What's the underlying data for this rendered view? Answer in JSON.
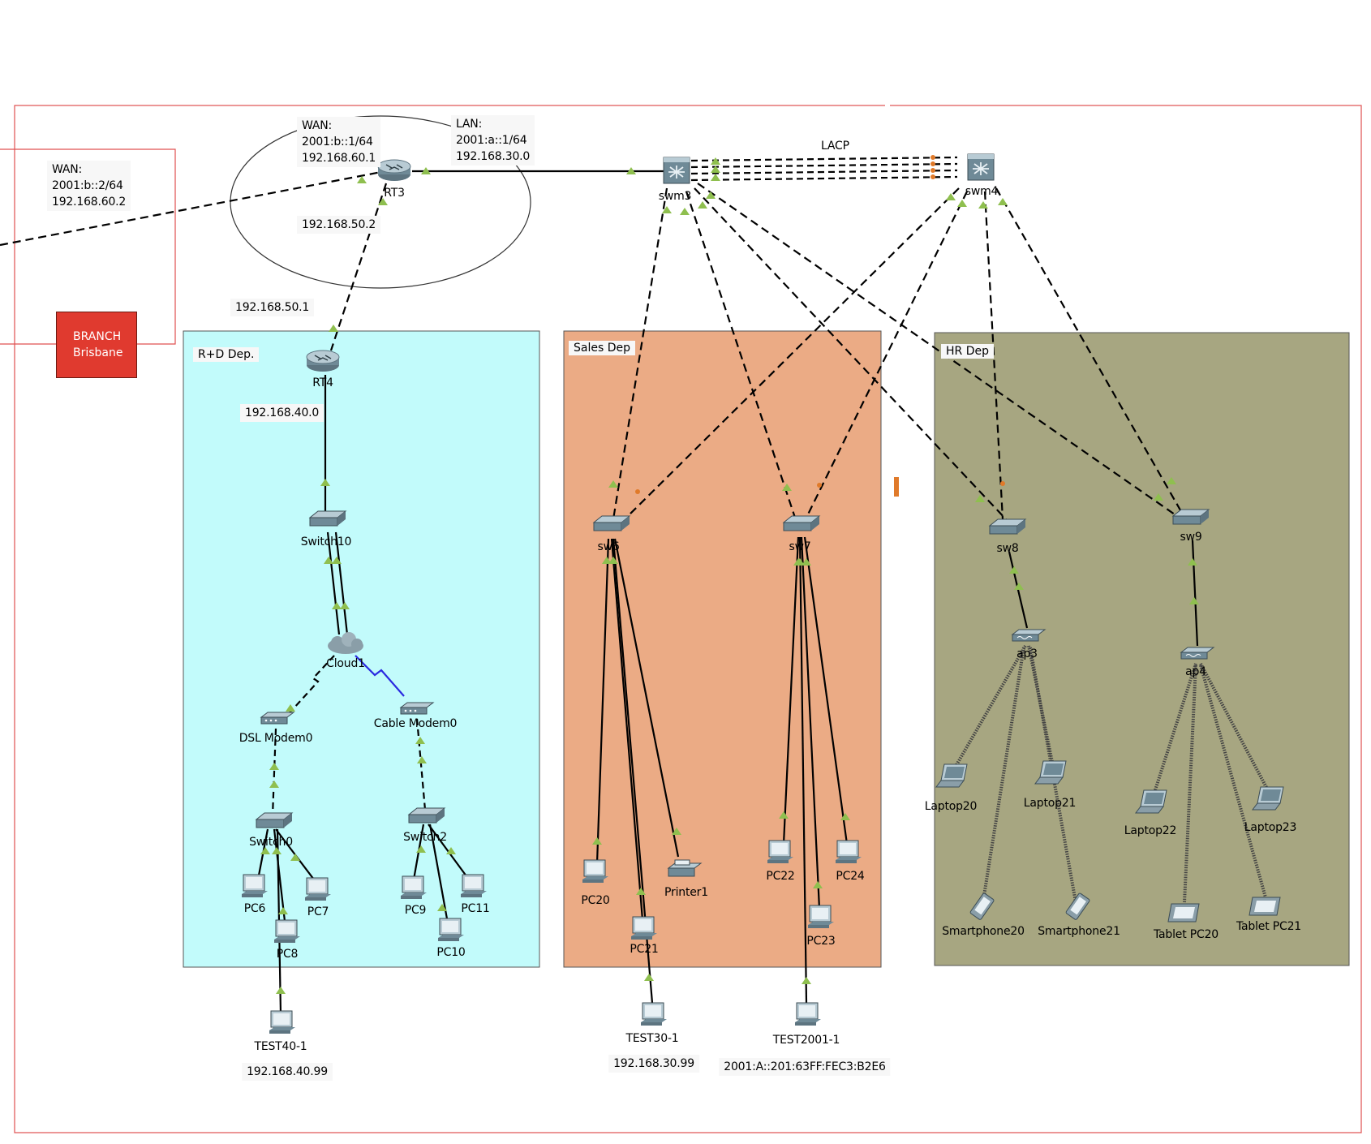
{
  "zones": {
    "rnd": {
      "title": "R+D Dep.",
      "fill": "#c2fbfb"
    },
    "sales": {
      "title": "Sales Dep",
      "fill": "#ebab85"
    },
    "hr": {
      "title": "HR Dep",
      "fill": "#a7a681"
    }
  },
  "branch": {
    "label": "BRANCH\nBrisbane",
    "fill": "#e03a2f"
  },
  "labels": {
    "wan_left": "WAN:\n2001:b::2/64\n192.168.60.2",
    "wan_rt3": "WAN:\n2001:b::1/64\n192.168.60.1",
    "lan_rt3": "LAN:\n2001:a::1/64\n192.168.30.0",
    "lacp": "LACP",
    "ip_50_2": "192.168.50.2",
    "ip_50_1": "192.168.50.1",
    "ip_40_0": "192.168.40.0",
    "ip_test40": "192.168.40.99",
    "ip_test30": "192.168.30.99",
    "ip_test2001": "2001:A::201:63FF:FEC3:B2E6"
  },
  "devices": {
    "rt3": "RT3",
    "rt4": "RT4",
    "swm3": "swm3",
    "swm4": "swm4",
    "switch10": "Switch10",
    "cloud1": "Cloud1",
    "dsl": "DSL Modem0",
    "cable": "Cable Modem0",
    "switch0": "Switch0",
    "switch2": "Switch2",
    "pc6": "PC6",
    "pc7": "PC7",
    "pc8": "PC8",
    "pc9": "PC9",
    "pc10": "PC10",
    "pc11": "PC11",
    "test40": "TEST40-1",
    "sw6": "sw6",
    "sw7": "sw7",
    "pc20": "PC20",
    "pc21": "PC21",
    "printer1": "Printer1",
    "pc22": "PC22",
    "pc23": "PC23",
    "pc24": "PC24",
    "test30": "TEST30-1",
    "test2001": "TEST2001-1",
    "sw8": "sw8",
    "sw9": "sw9",
    "ap3": "ap3",
    "ap4": "ap4",
    "laptop20": "Laptop20",
    "laptop21": "Laptop21",
    "laptop22": "Laptop22",
    "laptop23": "Laptop23",
    "smartphone20": "Smartphone20",
    "smartphone21": "Smartphone21",
    "tablet20": "Tablet PC20",
    "tablet21": "Tablet PC21"
  },
  "icons": {
    "router": "router-icon",
    "multilayer_switch": "multilayer-switch-icon",
    "switch": "switch-icon",
    "cloud": "cloud-icon",
    "modem": "modem-icon",
    "pc": "pc-icon",
    "printer": "printer-icon",
    "access_point": "access-point-icon",
    "laptop": "laptop-icon",
    "smartphone": "smartphone-icon",
    "tablet": "tablet-icon"
  },
  "colors": {
    "link": "#000000",
    "link_up": "#8fbf4f",
    "link_down": "#e07a2a",
    "serial": "#2a2ae0",
    "outline": "#e05050"
  }
}
